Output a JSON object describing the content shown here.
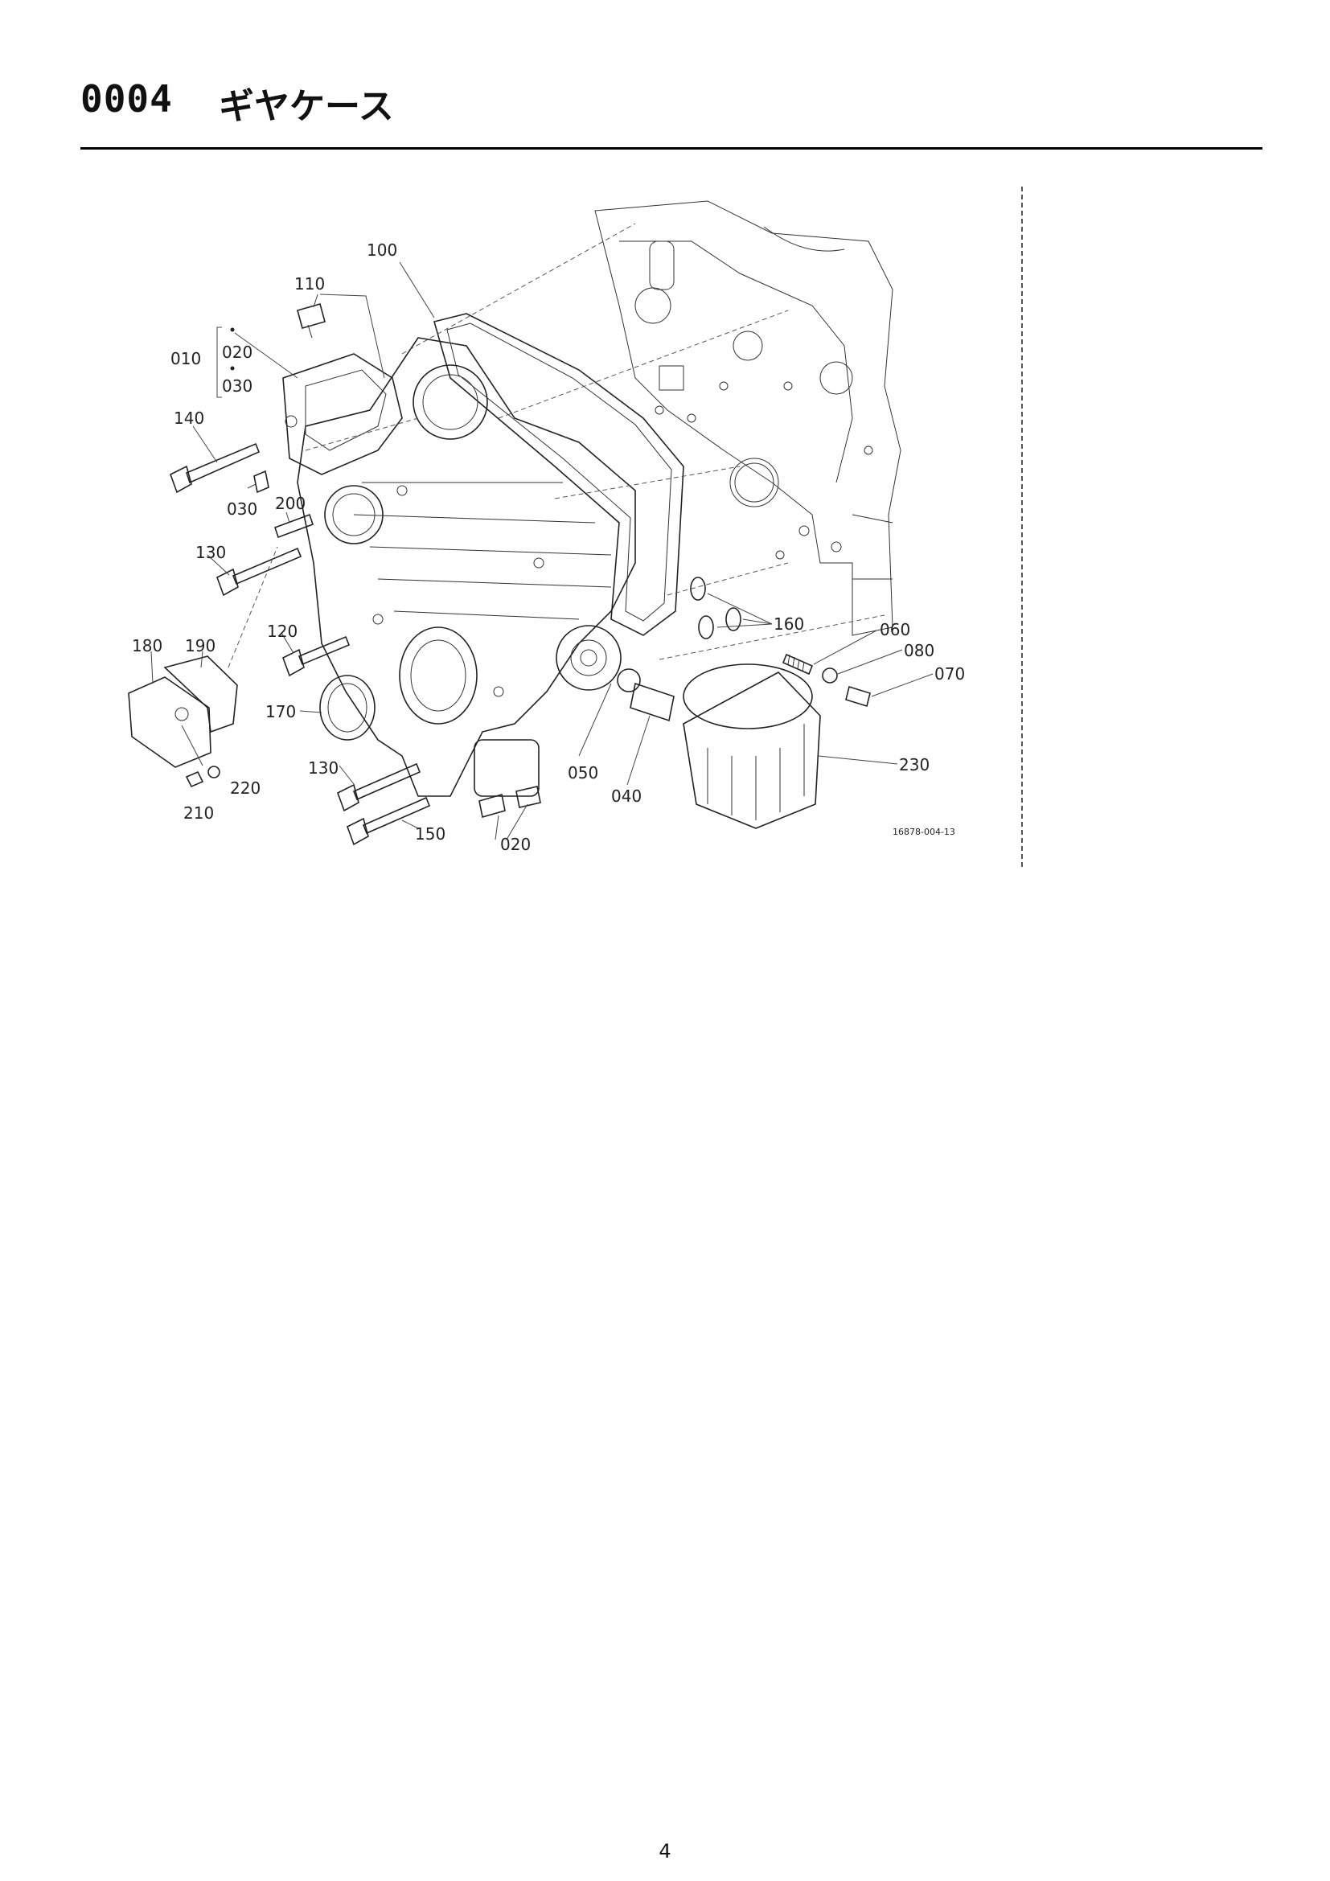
{
  "header": {
    "code": "0004",
    "title": "ギヤケース"
  },
  "diagram": {
    "reference": "16878-004-13",
    "callouts": {
      "c100": "100",
      "c110": "110",
      "c010": "010",
      "c020a": "020",
      "c030a": "030",
      "c140": "140",
      "c030b": "030",
      "c200": "200",
      "c130a": "130",
      "c120": "120",
      "c180": "180",
      "c190": "190",
      "c170": "170",
      "c130b": "130",
      "c220": "220",
      "c210": "210",
      "c150": "150",
      "c020b": "020",
      "c050": "050",
      "c040": "040",
      "c160": "160",
      "c060": "060",
      "c080": "080",
      "c070": "070",
      "c230": "230"
    }
  },
  "page": {
    "number": "4"
  }
}
